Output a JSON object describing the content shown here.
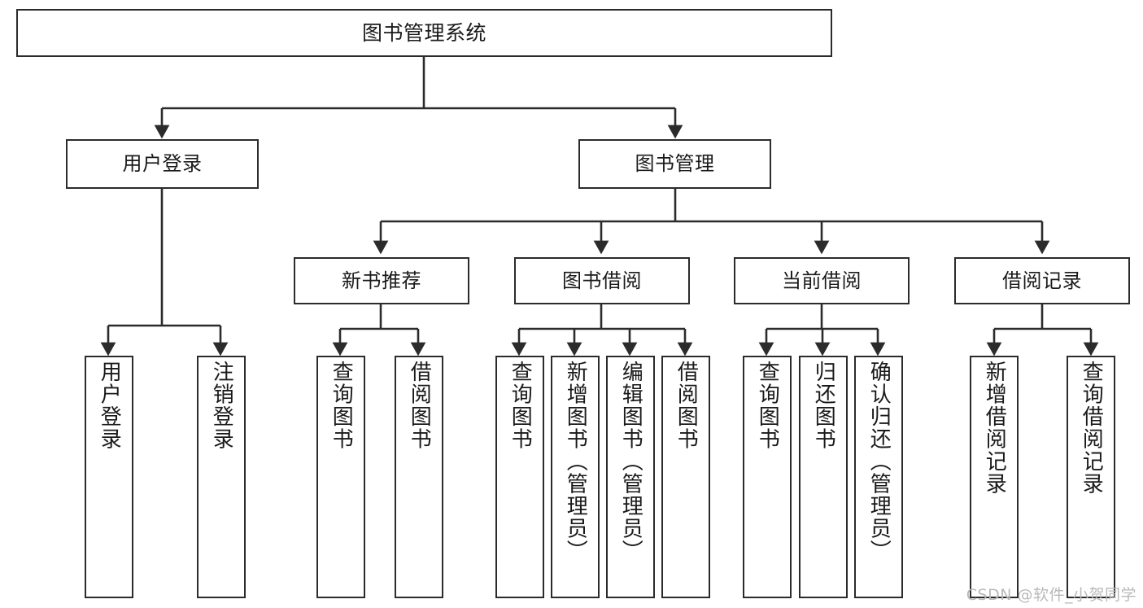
{
  "diagram": {
    "type": "tree",
    "title": "图书管理系统",
    "orientation": "top-down",
    "colors": {
      "node_border": "#2b2b2b",
      "node_fill": "#ffffff",
      "edge": "#2b2b2b",
      "text": "#1a1a1a",
      "watermark": "#b9b9b9",
      "background": "#ffffff"
    },
    "nodes": {
      "root": {
        "label": "图书管理系统"
      },
      "level2": [
        {
          "id": "user_login",
          "label": "用户登录"
        },
        {
          "id": "book_manage",
          "label": "图书管理"
        }
      ],
      "level3": [
        {
          "id": "new_book_rec",
          "label": "新书推荐"
        },
        {
          "id": "book_borrow",
          "label": "图书借阅"
        },
        {
          "id": "current_borrow",
          "label": "当前借阅"
        },
        {
          "id": "borrow_record",
          "label": "借阅记录"
        }
      ],
      "leaves": {
        "user_login": [
          {
            "id": "leaf_user_login",
            "label": "用户登录"
          },
          {
            "id": "leaf_user_logout",
            "label": "注销登录"
          }
        ],
        "new_book_rec": [
          {
            "id": "leaf_query_book_1",
            "label": "查询图书"
          },
          {
            "id": "leaf_borrow_book_1",
            "label": "借阅图书"
          }
        ],
        "book_borrow": [
          {
            "id": "leaf_query_book_2",
            "label": "查询图书"
          },
          {
            "id": "leaf_add_book",
            "label": "新增图书（管理员）"
          },
          {
            "id": "leaf_edit_book",
            "label": "编辑图书（管理员）"
          },
          {
            "id": "leaf_borrow_book_2",
            "label": "借阅图书"
          }
        ],
        "current_borrow": [
          {
            "id": "leaf_query_book_3",
            "label": "查询图书"
          },
          {
            "id": "leaf_return_book",
            "label": "归还图书"
          },
          {
            "id": "leaf_confirm_return",
            "label": "确认归还（管理员）"
          }
        ],
        "borrow_record": [
          {
            "id": "leaf_add_record",
            "label": "新增借阅记录"
          },
          {
            "id": "leaf_query_record",
            "label": "查询借阅记录"
          }
        ]
      }
    },
    "watermark": "CSDN @软件_小贺同学"
  }
}
